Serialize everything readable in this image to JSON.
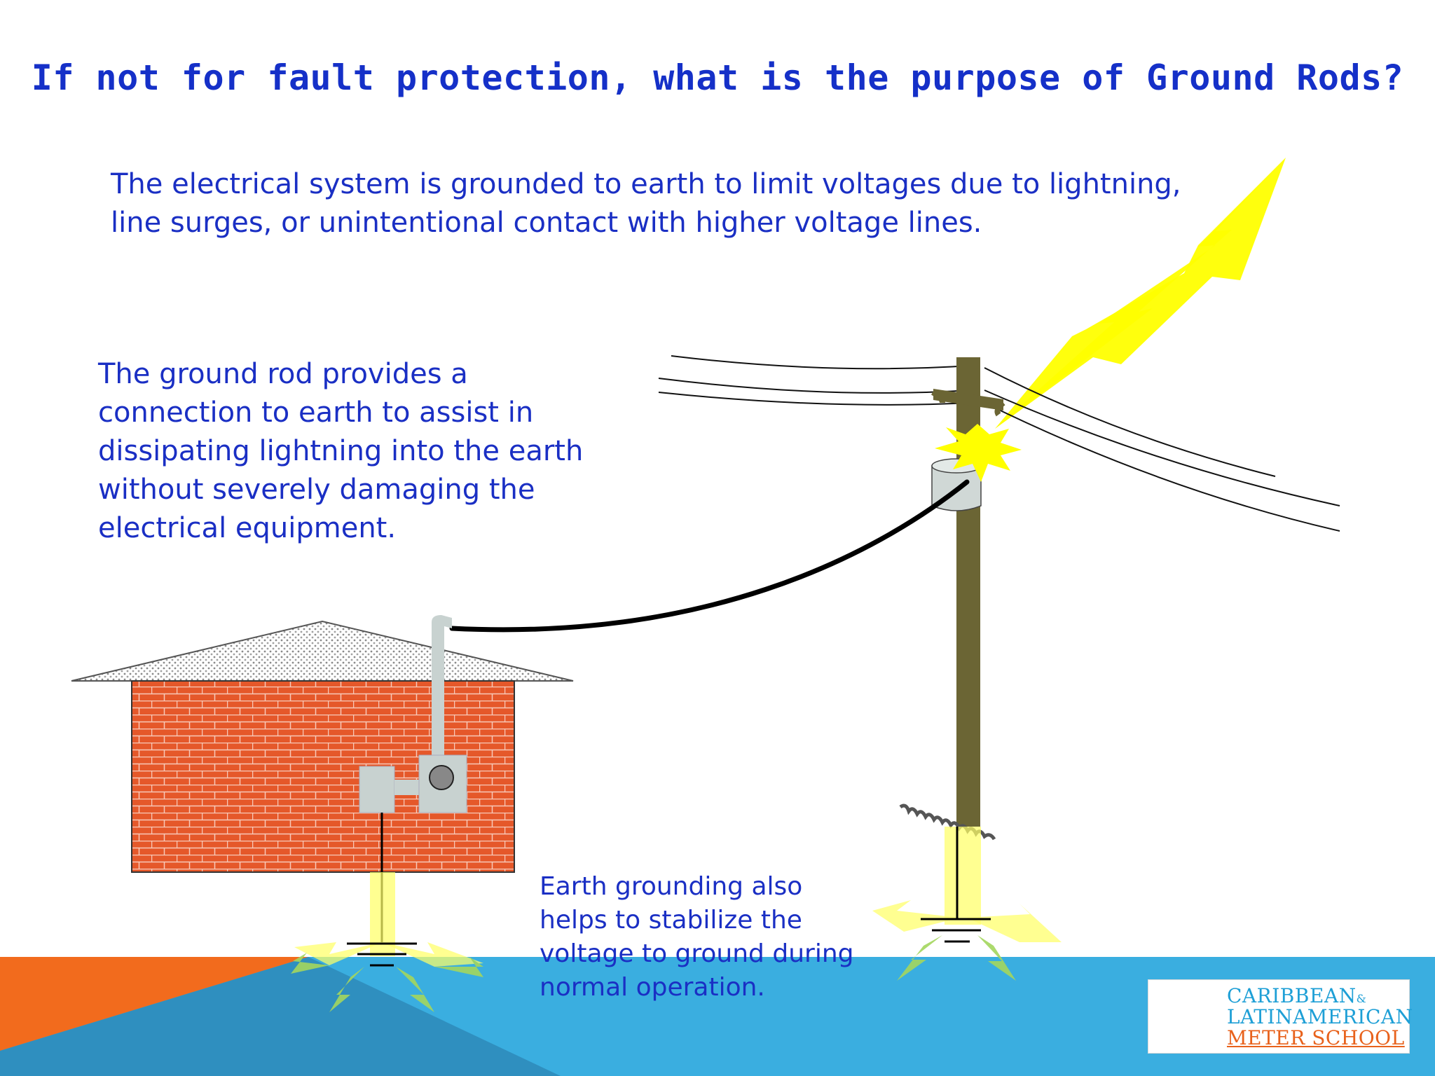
{
  "slide": {
    "title": "If not for fault protection, what is the purpose of Ground Rods?",
    "intro_text": "The electrical system is grounded to earth to limit voltages due to lightning, line surges, or unintentional contact with higher voltage lines.",
    "ground_rod_text": "The ground rod provides a connection to earth to assist in dissipating lightning into the earth without severely damaging the electrical equipment.",
    "stabilize_text": "Earth grounding also helps to stabilize the voltage to ground during normal operation."
  },
  "logo": {
    "line1": "CARIBBEAN",
    "line1_suffix": "&",
    "line2": "LATINAMERICAN",
    "line3": "METER SCHOOL"
  },
  "colors": {
    "text_blue": "#1a2fc4",
    "lightning_yellow": "#ffff00",
    "brick": "#e5582a",
    "pole": "#6b6534",
    "footer_blue": "#3aaee0",
    "footer_orange": "#f26b1d",
    "ground_arrow_green": "#a4d65e"
  },
  "icons": [
    "lightning-bolt-icon",
    "house-icon",
    "utility-pole-icon",
    "ground-symbol-icon",
    "palm-island-logo-icon"
  ]
}
